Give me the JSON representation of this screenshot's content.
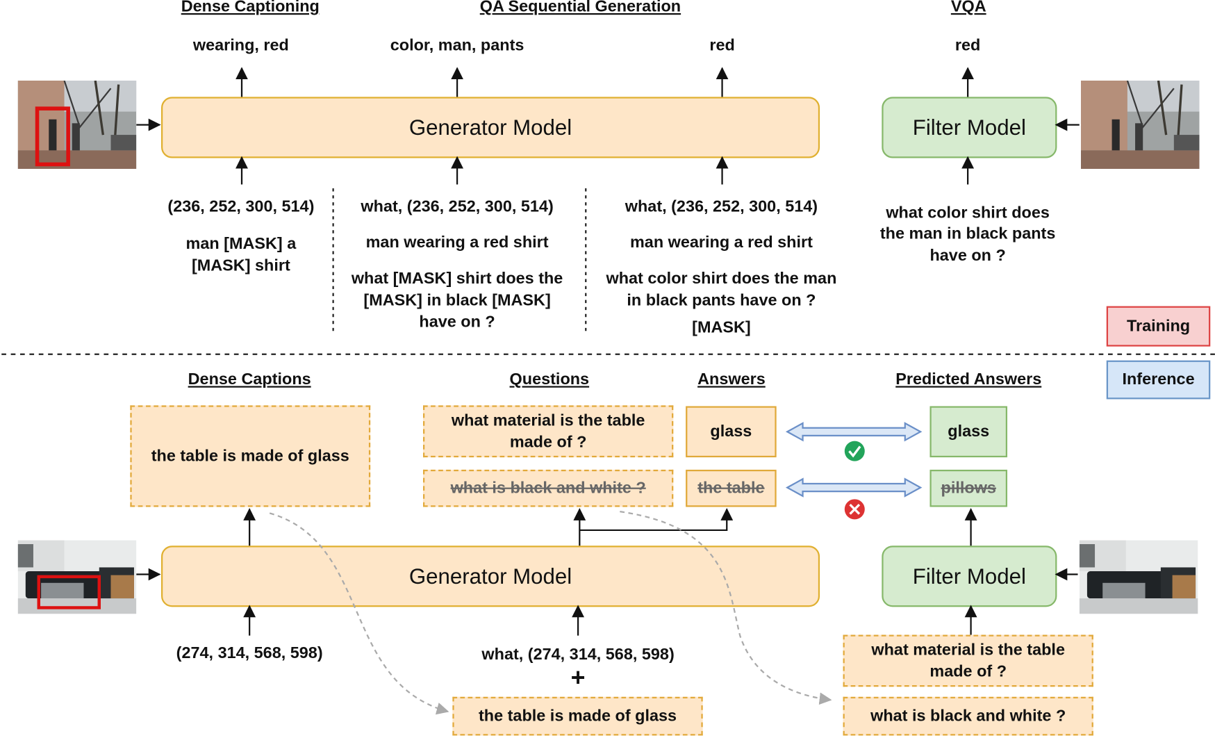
{
  "training": {
    "tag": "Training",
    "headers": {
      "dense": "Dense Captioning",
      "qa": "QA Sequential Generation",
      "vqa": "VQA"
    },
    "outputs": {
      "dense": "wearing, red",
      "qa1": "color, man, pants",
      "qa2": "red",
      "vqa": "red"
    },
    "generator_label": "Generator Model",
    "filter_label": "Filter Model",
    "inputs": {
      "dense": {
        "coords": "(236, 252, 300, 514)",
        "caption": [
          "man [MASK] a",
          "[MASK] shirt"
        ]
      },
      "qa1": {
        "coords": "what, (236, 252, 300, 514)",
        "caption": "man wearing a red shirt",
        "question": [
          "what [MASK] shirt does the",
          "[MASK] in black [MASK]",
          "have on ?"
        ]
      },
      "qa2": {
        "coords": "what, (236, 252, 300, 514)",
        "caption": "man wearing a red shirt",
        "question": [
          "what color shirt does the man",
          "in black pants have on ?"
        ],
        "mask": "[MASK]"
      },
      "vqa": {
        "question": [
          "what color shirt does",
          "the man in black pants",
          "have on ?"
        ]
      }
    }
  },
  "inference": {
    "tag": "Inference",
    "headers": {
      "captions": "Dense Captions",
      "questions": "Questions",
      "answers": "Answers",
      "predicted": "Predicted Answers"
    },
    "caption_box": "the table is made of glass",
    "questions": [
      {
        "text": [
          "what material is the table",
          "made of ?"
        ],
        "answer": "glass",
        "predicted": "glass",
        "kept": true
      },
      {
        "text": [
          "what is black and white ?"
        ],
        "answer": "the table",
        "predicted": "pillows",
        "kept": false
      }
    ],
    "generator_label": "Generator Model",
    "filter_label": "Filter Model",
    "gen_inputs": {
      "coords": "(274, 314, 568, 598)",
      "qa_coords": "what, (274, 314, 568, 598)",
      "plus": "+",
      "caption_box": "the table is made of glass"
    },
    "filter_inputs": [
      [
        "what material is the table",
        "made of ?"
      ],
      [
        "what is black and white ?"
      ]
    ]
  },
  "colors": {
    "generator_fill": "#fee6c8",
    "generator_border": "#e0b030",
    "filter_fill": "#d6ebcf",
    "filter_border": "#86b86a",
    "training_tag": "#f8d0d0",
    "inference_tag": "#d6e6f8",
    "check": "#22a45a",
    "cross": "#dd3333",
    "bbox": "#dd1111"
  }
}
